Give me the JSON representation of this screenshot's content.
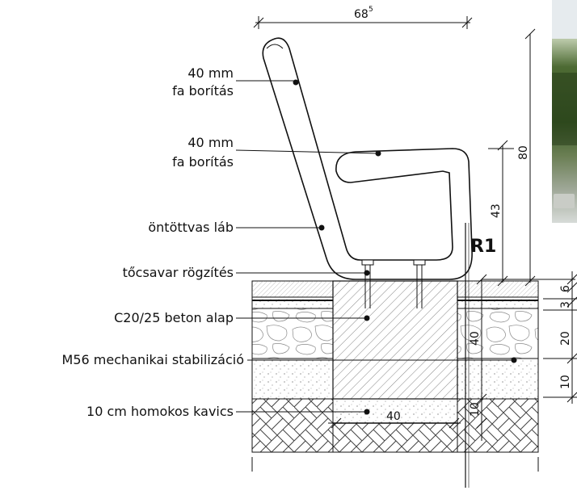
{
  "dimensions": {
    "top_width": "68",
    "top_width_sup": "5",
    "height_total": "80",
    "seat_height": "43",
    "layer_3": "3",
    "layer_6": "6",
    "layer_20": "20",
    "layer_10": "10",
    "foundation_depth": "40",
    "foundation_width": "40",
    "gravel_10": "10"
  },
  "section_mark": "R1",
  "labels": {
    "wood_back_1": "40 mm",
    "wood_back_2": "fa borítás",
    "wood_seat_1": "40 mm",
    "wood_seat_2": "fa borítás",
    "cast_iron": "öntöttvas láb",
    "bolt": "tőcsavar rögzítés",
    "concrete": "C20/25 beton alap",
    "stabilization": "M56 mechanikai stabilizáció",
    "gravel": "10 cm homokos kavics"
  },
  "colors": {
    "line": "#111111",
    "hatch": "#555555"
  }
}
